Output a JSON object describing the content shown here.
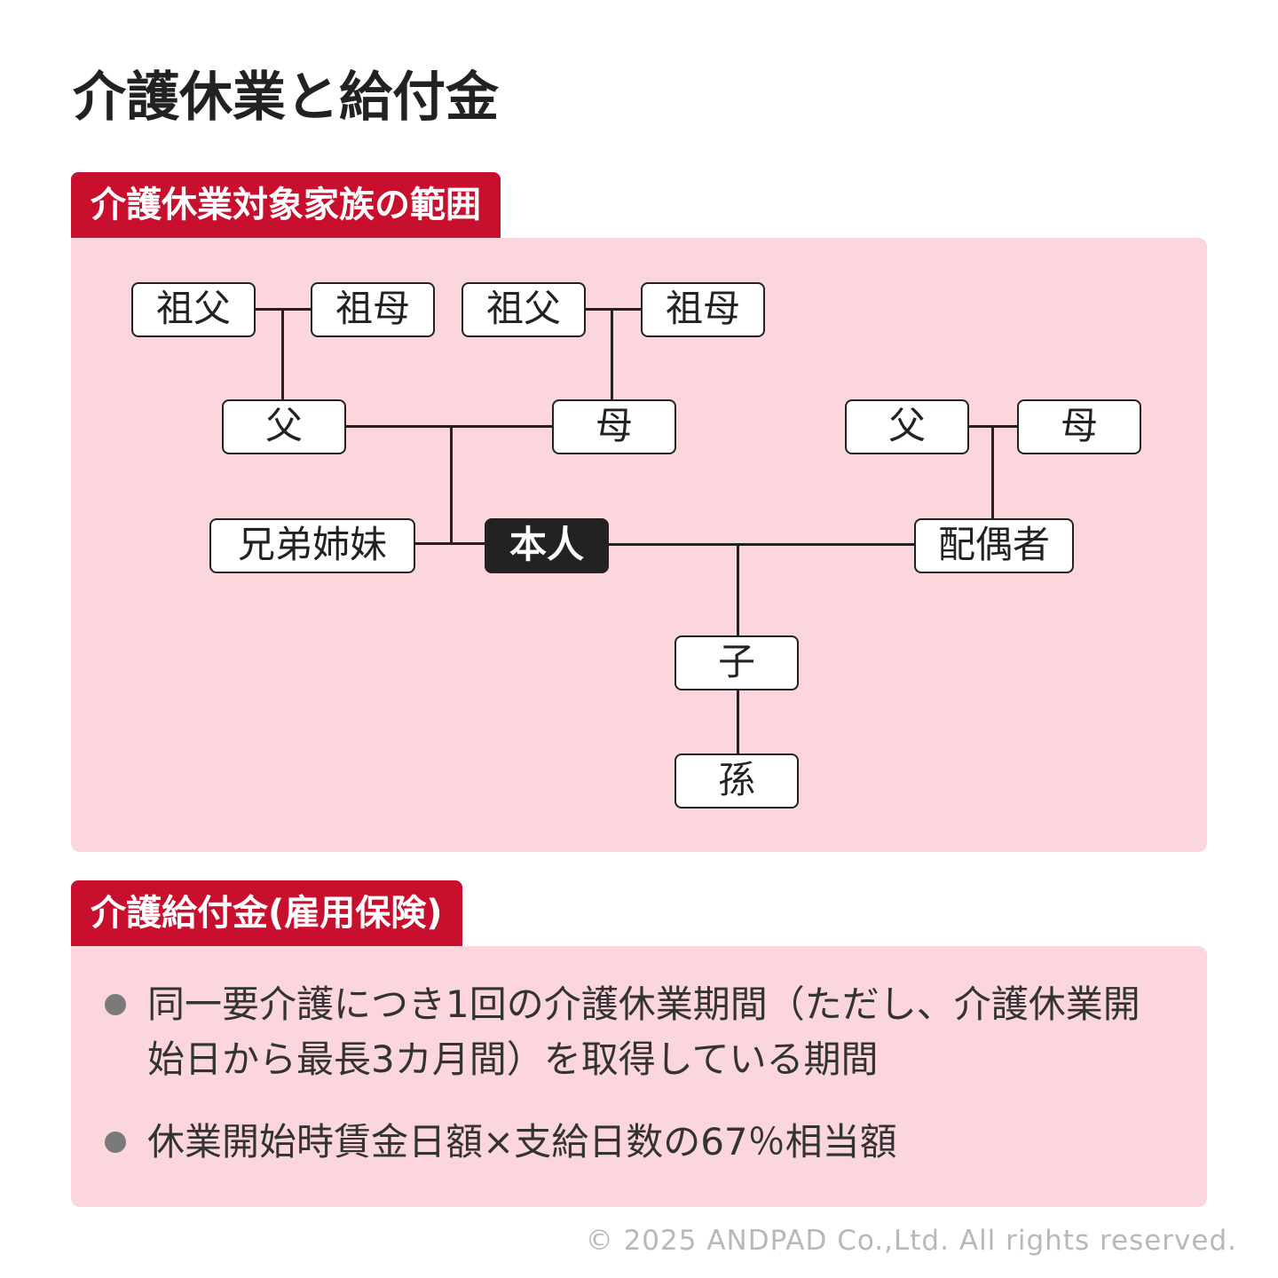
{
  "title": "介護休業と給付金",
  "section1": {
    "label": "介護休業対象家族の範囲",
    "nodes": {
      "paternal_grandfather": "祖父",
      "paternal_grandmother": "祖母",
      "maternal_grandfather": "祖父",
      "maternal_grandmother": "祖母",
      "father": "父",
      "mother": "母",
      "spouse_father": "父",
      "spouse_mother": "母",
      "siblings": "兄弟姉妹",
      "self": "本人",
      "spouse": "配偶者",
      "child": "子",
      "grandchild": "孫"
    }
  },
  "section2": {
    "label": "介護給付金(雇用保険)",
    "bullets": [
      "同一要介護につき1回の介護休業期間（ただし、介護休業開始日から最長3カ月間）を取得している期間",
      "休業開始時賃金日額×支給日数の67％相当額"
    ]
  },
  "footer": {
    "copyright": "© 2025 ANDPAD Co.,Ltd. All rights reserved."
  },
  "colors": {
    "accent": "#c8102e",
    "panel": "#fbd6dc",
    "self_node": "#222222"
  }
}
